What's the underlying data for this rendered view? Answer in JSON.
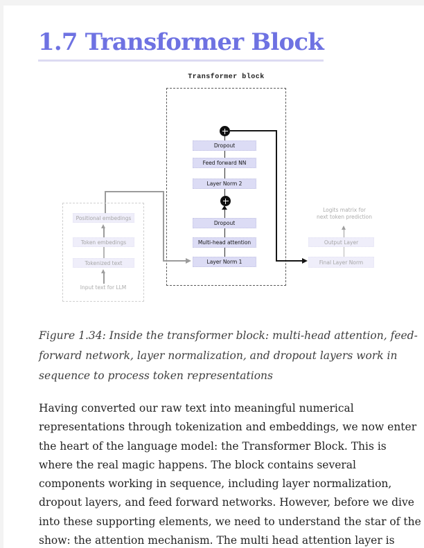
{
  "page": {
    "title": "1.7 Transformer Block"
  },
  "diagram": {
    "block_label": "Transformer block",
    "center_boxes": [
      {
        "label": "Dropout"
      },
      {
        "label": "Feed forward NN"
      },
      {
        "label": "Layer Norm 2"
      },
      {
        "label": "Dropout"
      },
      {
        "label": "Multi-head attention"
      },
      {
        "label": "Layer Norm 1"
      }
    ],
    "left_boxes": [
      {
        "label": "Positional embedings"
      },
      {
        "label": "Token embedings"
      },
      {
        "label": "Tokenized text"
      }
    ],
    "left_note": "Input text for LLM",
    "right_boxes": [
      {
        "label": "Output Layer"
      },
      {
        "label": "Final Layer Norm"
      }
    ],
    "right_note": {
      "line1": "Logits matrix for",
      "line2": "next token prediction"
    }
  },
  "caption": {
    "lines": [
      "Figure 1.34: Inside the transformer block: multi-head attention, feed-",
      "forward network, layer normalization, and dropout layers work in",
      "sequence to process token representations"
    ]
  },
  "body": {
    "lines": [
      "Having converted our raw text into meaningful numerical",
      "representations through tokenization and embeddings, we now enter",
      "the heart of the language model: the Transformer Block. This is",
      "where the real magic happens. The block contains several",
      "components working in sequence, including layer normalization,",
      "dropout layers, and feed forward networks. However, before we dive",
      "into these supporting elements, we need to understand the star of the",
      "show: the attention mechanism. The multi head attention layer is"
    ]
  },
  "colors": {
    "heading_accent": "#6e72e2",
    "heading_rule": "#dcdbf2",
    "center_box_fill": "#dcdcf5",
    "side_box_fill": "#efeefa",
    "side_text": "#a6a6a6",
    "line_dark": "#151515",
    "line_gray": "#9b9b9b"
  }
}
